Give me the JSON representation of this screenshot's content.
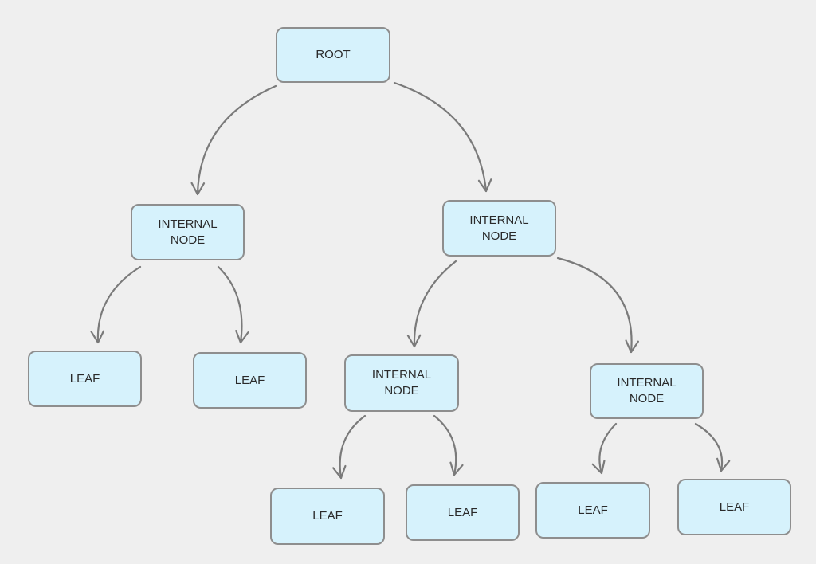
{
  "diagram": {
    "type": "tree",
    "colors": {
      "background": "#efefef",
      "node_fill": "#d6f2fc",
      "node_border": "#8e8e8e",
      "edge": "#7a7a7a",
      "text": "#2a2a2a"
    },
    "nodes": {
      "root": {
        "lines": [
          "ROOT"
        ]
      },
      "internal_1": {
        "lines": [
          "INTERNAL",
          "NODE"
        ]
      },
      "internal_2": {
        "lines": [
          "INTERNAL",
          "NODE"
        ]
      },
      "leaf_1": {
        "lines": [
          "LEAF"
        ]
      },
      "leaf_2": {
        "lines": [
          "LEAF"
        ]
      },
      "internal_3": {
        "lines": [
          "INTERNAL",
          "NODE"
        ]
      },
      "internal_4": {
        "lines": [
          "INTERNAL",
          "NODE"
        ]
      },
      "leaf_3": {
        "lines": [
          "LEAF"
        ]
      },
      "leaf_4": {
        "lines": [
          "LEAF"
        ]
      },
      "leaf_5": {
        "lines": [
          "LEAF"
        ]
      },
      "leaf_6": {
        "lines": [
          "LEAF"
        ]
      }
    },
    "edges": [
      {
        "from": "root",
        "to": "internal_1"
      },
      {
        "from": "root",
        "to": "internal_2"
      },
      {
        "from": "internal_1",
        "to": "leaf_1"
      },
      {
        "from": "internal_1",
        "to": "leaf_2"
      },
      {
        "from": "internal_2",
        "to": "internal_3"
      },
      {
        "from": "internal_2",
        "to": "internal_4"
      },
      {
        "from": "internal_3",
        "to": "leaf_3"
      },
      {
        "from": "internal_3",
        "to": "leaf_4"
      },
      {
        "from": "internal_4",
        "to": "leaf_5"
      },
      {
        "from": "internal_4",
        "to": "leaf_6"
      }
    ]
  }
}
